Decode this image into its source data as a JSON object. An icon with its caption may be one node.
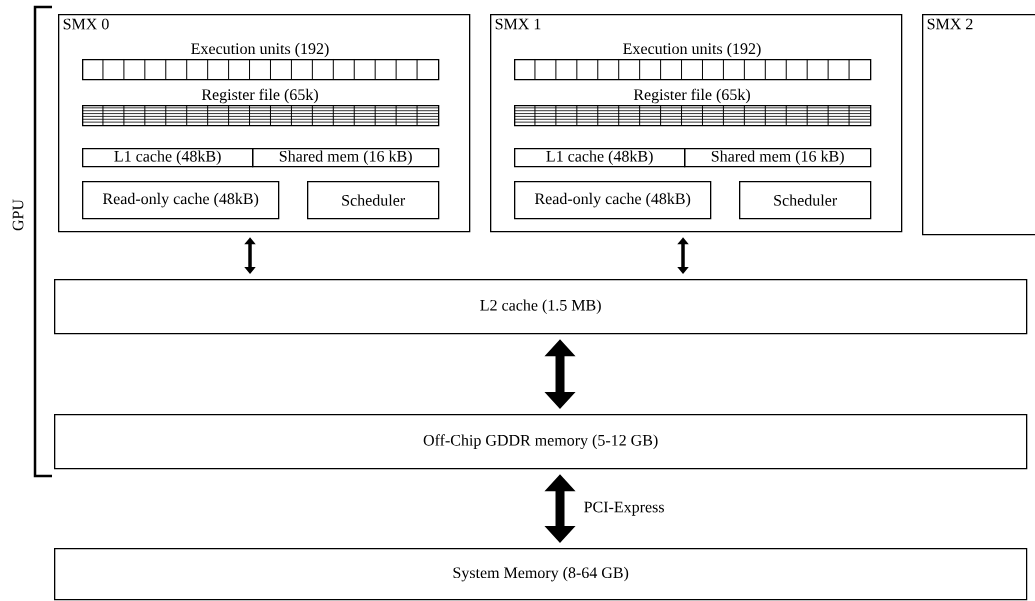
{
  "diagram": {
    "nodes": [
      {
        "text": [
          "SMX 0"
        ]
      },
      {
        "text": [
          "Execution units (192)"
        ],
        "in": 0
      },
      {
        "text": [
          "Register file (65k)"
        ],
        "in": 0
      },
      {
        "text": [
          "L1 cache (48kB)"
        ],
        "in": 0
      },
      {
        "text": [
          "Shared mem (16 kB)"
        ],
        "in": 0
      },
      {
        "text": [
          "Read-only cache (48kB)"
        ],
        "in": 0
      },
      {
        "text": [
          "Scheduler"
        ],
        "in": 0
      },
      {
        "text": [
          "SMX 1"
        ]
      },
      {
        "text": [
          "Execution units (192)"
        ],
        "in": 7
      },
      {
        "text": [
          "Register file (65k)"
        ],
        "in": 7
      },
      {
        "text": [
          "L1 cache (48kB)"
        ],
        "in": 7
      },
      {
        "text": [
          "Shared mem (16 kB)"
        ],
        "in": 7
      },
      {
        "text": [
          "Read-only cache (48kB)"
        ],
        "in": 7
      },
      {
        "text": [
          "Scheduler"
        ],
        "in": 7
      },
      {
        "text": [
          "SMX 2"
        ]
      },
      {
        "text": [
          "L2 cache (1.5 MB)"
        ]
      },
      {
        "text": [
          "Off-Chip GDDR memory (5-12 GB)"
        ]
      },
      {
        "text": [
          "System Memory (8-64 GB)"
        ]
      }
    ],
    "edges": [
      {
        "from": 0,
        "to": 15,
        "arrow": "both"
      },
      {
        "from": 7,
        "to": 15,
        "arrow": "both"
      },
      {
        "from": 15,
        "to": 16,
        "arrow": "both",
        "style": "thick"
      },
      {
        "from": 16,
        "to": 17,
        "arrow": "both",
        "style": "thick",
        "label": "PCI-Express"
      }
    ],
    "labels": [
      "GPU"
    ]
  }
}
